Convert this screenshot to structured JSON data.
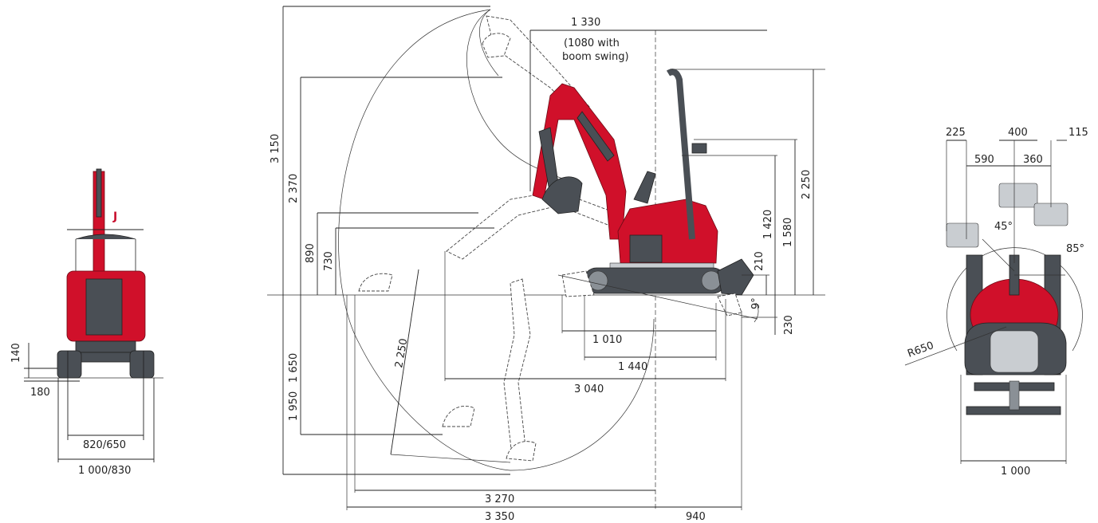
{
  "colors": {
    "machine_red": "#d0102a",
    "track_dark": "#4a4f55",
    "line": "#222222"
  },
  "front_view": {
    "marker": "J",
    "dim_140": "140",
    "dim_180": "180",
    "dim_820_650": "820/650",
    "dim_1000_830": "1 000/830"
  },
  "side_view": {
    "dim_1330": "1 330",
    "note_1080_line1": "(1080 with",
    "note_1080_line2": "boom swing)",
    "dim_3150": "3 150",
    "dim_2370": "2 370",
    "dim_890": "890",
    "dim_730": "730",
    "dim_1650": "1 650",
    "dim_1950": "1 950",
    "dim_2250_reach": "2 250",
    "dim_1010": "1 010",
    "dim_1440": "1 440",
    "dim_3040": "3 040",
    "dim_3270": "3 270",
    "dim_3350": "3 350",
    "dim_940": "940",
    "dim_1420": "1 420",
    "dim_1580": "1 580",
    "dim_2250_height": "2 250",
    "dim_210": "210",
    "dim_230": "230",
    "angle_9": "9°"
  },
  "top_view": {
    "dim_225": "225",
    "dim_400": "400",
    "dim_115": "115",
    "dim_590": "590",
    "dim_360": "360",
    "angle_45": "45°",
    "angle_85": "85°",
    "radius_r650": "R650",
    "dim_1000": "1 000"
  }
}
